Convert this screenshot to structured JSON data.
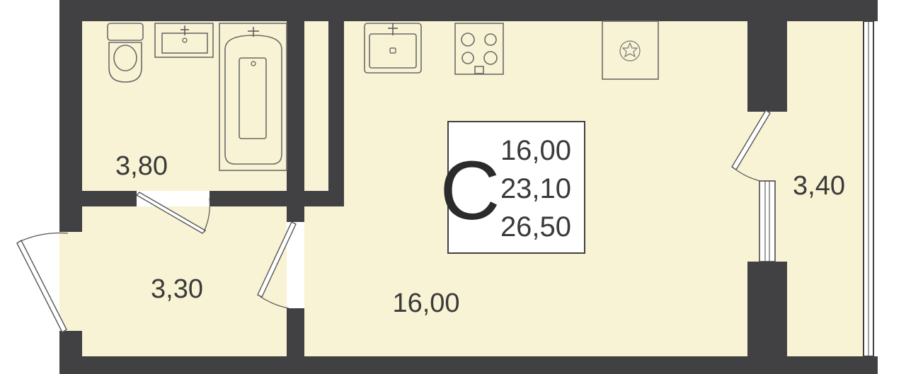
{
  "colors": {
    "wall": "#414042",
    "floor": "#f8f3d4",
    "legend_bg": "#ffffff",
    "text": "#3a3a3a"
  },
  "legend": {
    "type_letter": "С",
    "living_area": "16,00",
    "total_area": "23,10",
    "total_area_with_balcony": "26,50"
  },
  "rooms": {
    "bathroom": {
      "area": "3,80"
    },
    "hallway": {
      "area": "3,30"
    },
    "studio": {
      "area": "16,00"
    },
    "balcony": {
      "area": "3,40"
    }
  },
  "fixtures": {
    "toilet": "toilet-icon",
    "bathroom_sink": "sink-icon",
    "bathtub": "bathtub-icon",
    "kitchen_sink": "kitchen-sink-icon",
    "stove": "stove-icon",
    "washing_machine": "washing-machine-icon"
  }
}
